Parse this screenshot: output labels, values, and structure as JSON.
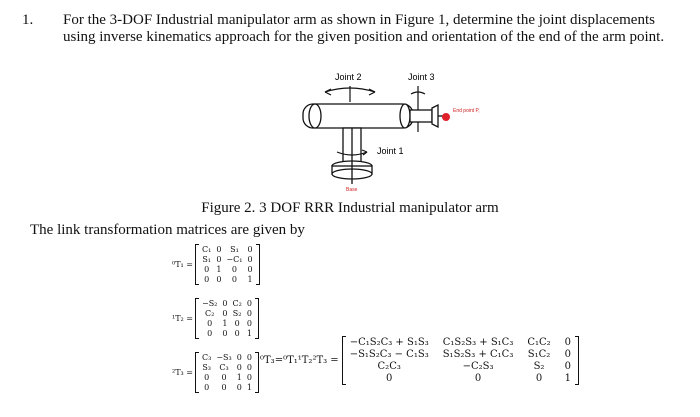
{
  "question": {
    "number": "1.",
    "text": "For the 3-DOF Industrial manipulator arm as shown in Figure 1, determine the joint displacements using inverse kinematics approach for the given position and orientation of the end of the arm point."
  },
  "figure": {
    "labels": {
      "joint2": "Joint 2",
      "joint3": "Joint 3",
      "joint1": "Joint 1",
      "end_point": "End point P,",
      "base": "Base"
    },
    "colors": {
      "end_point": "#e0202a",
      "label_red": "#d02020"
    },
    "caption": "Figure 2. 3 DOF RRR Industrial manipulator arm"
  },
  "intro": "The link transformation matrices are given by",
  "matrices": [
    {
      "label": "⁰T₁ =",
      "rows": [
        [
          "C₁",
          "0",
          "S₁",
          "0"
        ],
        [
          "S₁",
          "0",
          "−C₁",
          "0"
        ],
        [
          "0",
          "1",
          "0",
          "0"
        ],
        [
          "0",
          "0",
          "0",
          "1"
        ]
      ]
    },
    {
      "label": "¹T₂ =",
      "rows": [
        [
          "−S₂",
          "0",
          "C₂",
          "0"
        ],
        [
          "C₂",
          "0",
          "S₂",
          "0"
        ],
        [
          "0",
          "1",
          "0",
          "0"
        ],
        [
          "0",
          "0",
          "0",
          "1"
        ]
      ]
    },
    {
      "label": "²T₃ =",
      "rows": [
        [
          "C₃",
          "−S₃",
          "0",
          "0"
        ],
        [
          "S₃",
          "C₃",
          "0",
          "0"
        ],
        [
          "0",
          "0",
          "1",
          "0"
        ],
        [
          "0",
          "0",
          "0",
          "1"
        ]
      ]
    }
  ],
  "product": {
    "label": "⁰T₃=⁰T₁¹T₂²T₃ =",
    "rows": [
      [
        "−C₁S₂C₃ + S₁S₃",
        "C₁S₂S₃ + S₁C₃",
        "C₁C₂",
        "0"
      ],
      [
        "−S₁S₂C₃ − C₁S₃",
        "S₁S₂S₃ + C₁C₃",
        "S₁C₂",
        "0"
      ],
      [
        "C₂C₃",
        "−C₂S₃",
        "S₂",
        "0"
      ],
      [
        "0",
        "0",
        "0",
        "1"
      ]
    ]
  }
}
